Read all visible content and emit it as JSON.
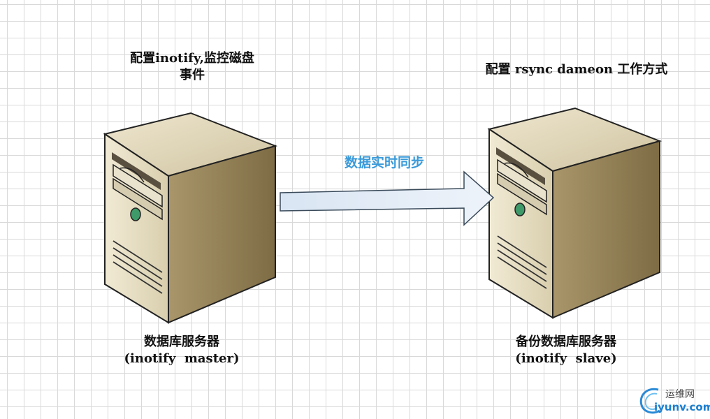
{
  "master": {
    "config_line1": "配置inotify,监控磁盘",
    "config_line2": "事件",
    "name_line1": "数据库服务器",
    "name_line2": "(inotify  master)"
  },
  "slave": {
    "config": "配置 rsync dameon 工作方式",
    "name_line1": "备份数据库服务器",
    "name_line2": "(inotify  slave)"
  },
  "arrow": {
    "label": "数据实时同步",
    "label_color": "#3a9ad9",
    "fill_color": "#dfe9f5"
  },
  "watermark": {
    "top": "运维网",
    "bottom": "iyunv.com"
  }
}
